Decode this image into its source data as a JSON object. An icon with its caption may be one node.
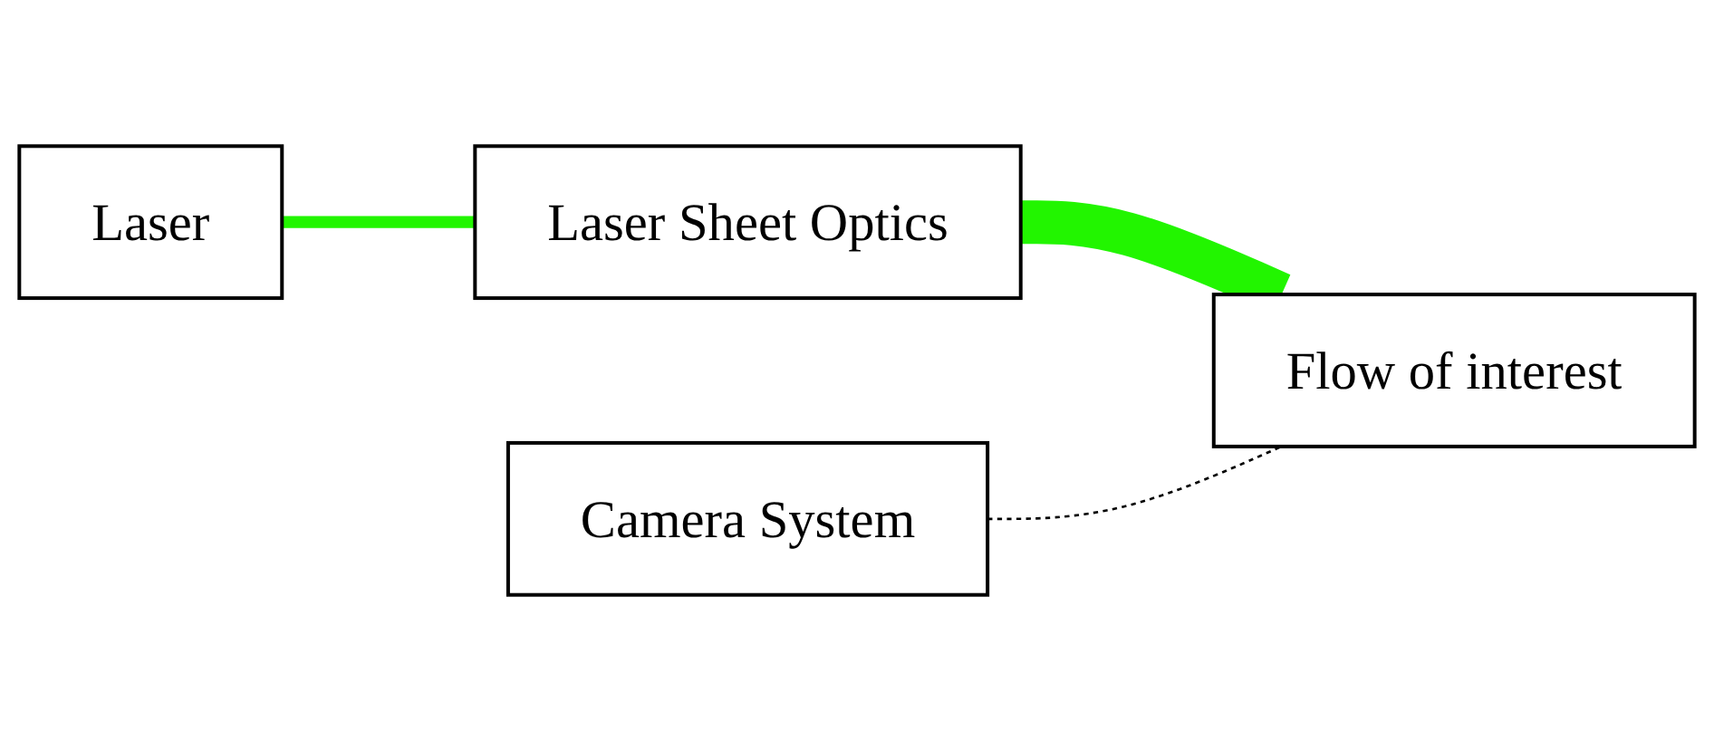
{
  "diagram": {
    "nodes": [
      {
        "text": [
          "Laser"
        ]
      },
      {
        "text": [
          "Laser Sheet Optics"
        ]
      },
      {
        "text": [
          "Flow of interest"
        ]
      },
      {
        "text": [
          "Camera System"
        ]
      }
    ],
    "edges": [
      {
        "from": 0,
        "to": 1,
        "arrow": "none",
        "color": "#22f500"
      },
      {
        "from": 1,
        "to": 2,
        "arrow": "none",
        "style": "thick",
        "color": "#22f500"
      },
      {
        "from": 3,
        "to": 2,
        "arrow": "none",
        "style": "dashed",
        "color": "#000000"
      }
    ]
  }
}
